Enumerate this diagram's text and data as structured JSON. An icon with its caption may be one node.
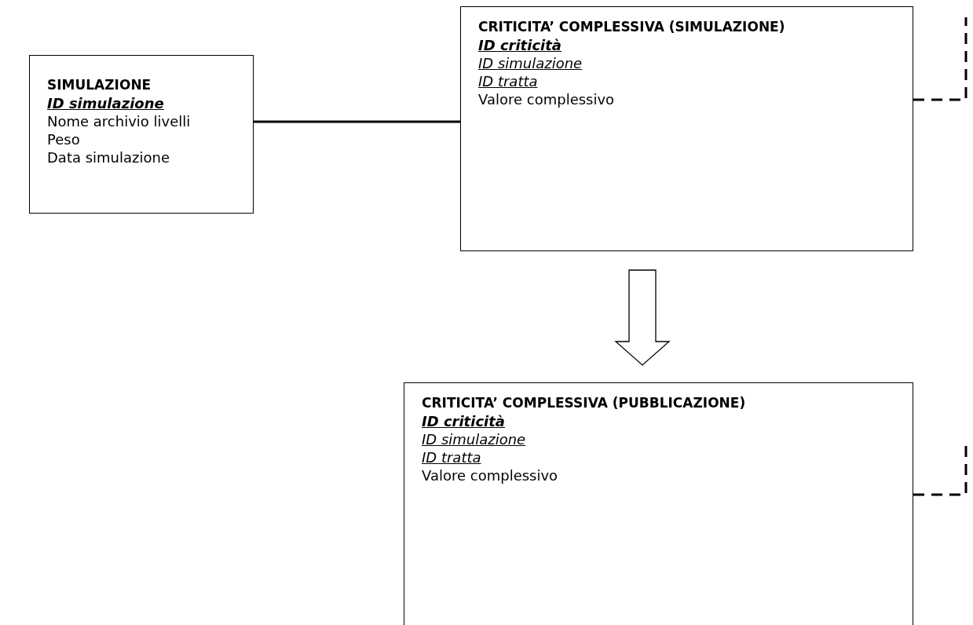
{
  "diagram": {
    "nodes": [
      {
        "text": [
          "SIMULAZIONE",
          "ID simulazione",
          "Nome archivio livelli",
          "Peso",
          "Data simulazione"
        ]
      },
      {
        "text": [
          "CRITICITA’ COMPLESSIVA (SIMULAZIONE)",
          "ID criticità",
          "ID simulazione",
          "ID tratta",
          "Valore complessivo"
        ]
      },
      {
        "text": [
          "CRITICITA’ COMPLESSIVA (PUBBLICAZIONE)",
          "ID criticità",
          "ID simulazione",
          "ID tratta",
          "Valore complessivo"
        ]
      }
    ],
    "edges": [
      {
        "from": 0,
        "to": 1,
        "arrow": "none"
      },
      {
        "from": 1,
        "to": 2,
        "arrow": "to",
        "style": "thick"
      },
      {
        "from": 1,
        "to": null,
        "arrow": "none",
        "style": "dashed"
      },
      {
        "from": 2,
        "to": null,
        "arrow": "none",
        "style": "dashed"
      }
    ]
  }
}
